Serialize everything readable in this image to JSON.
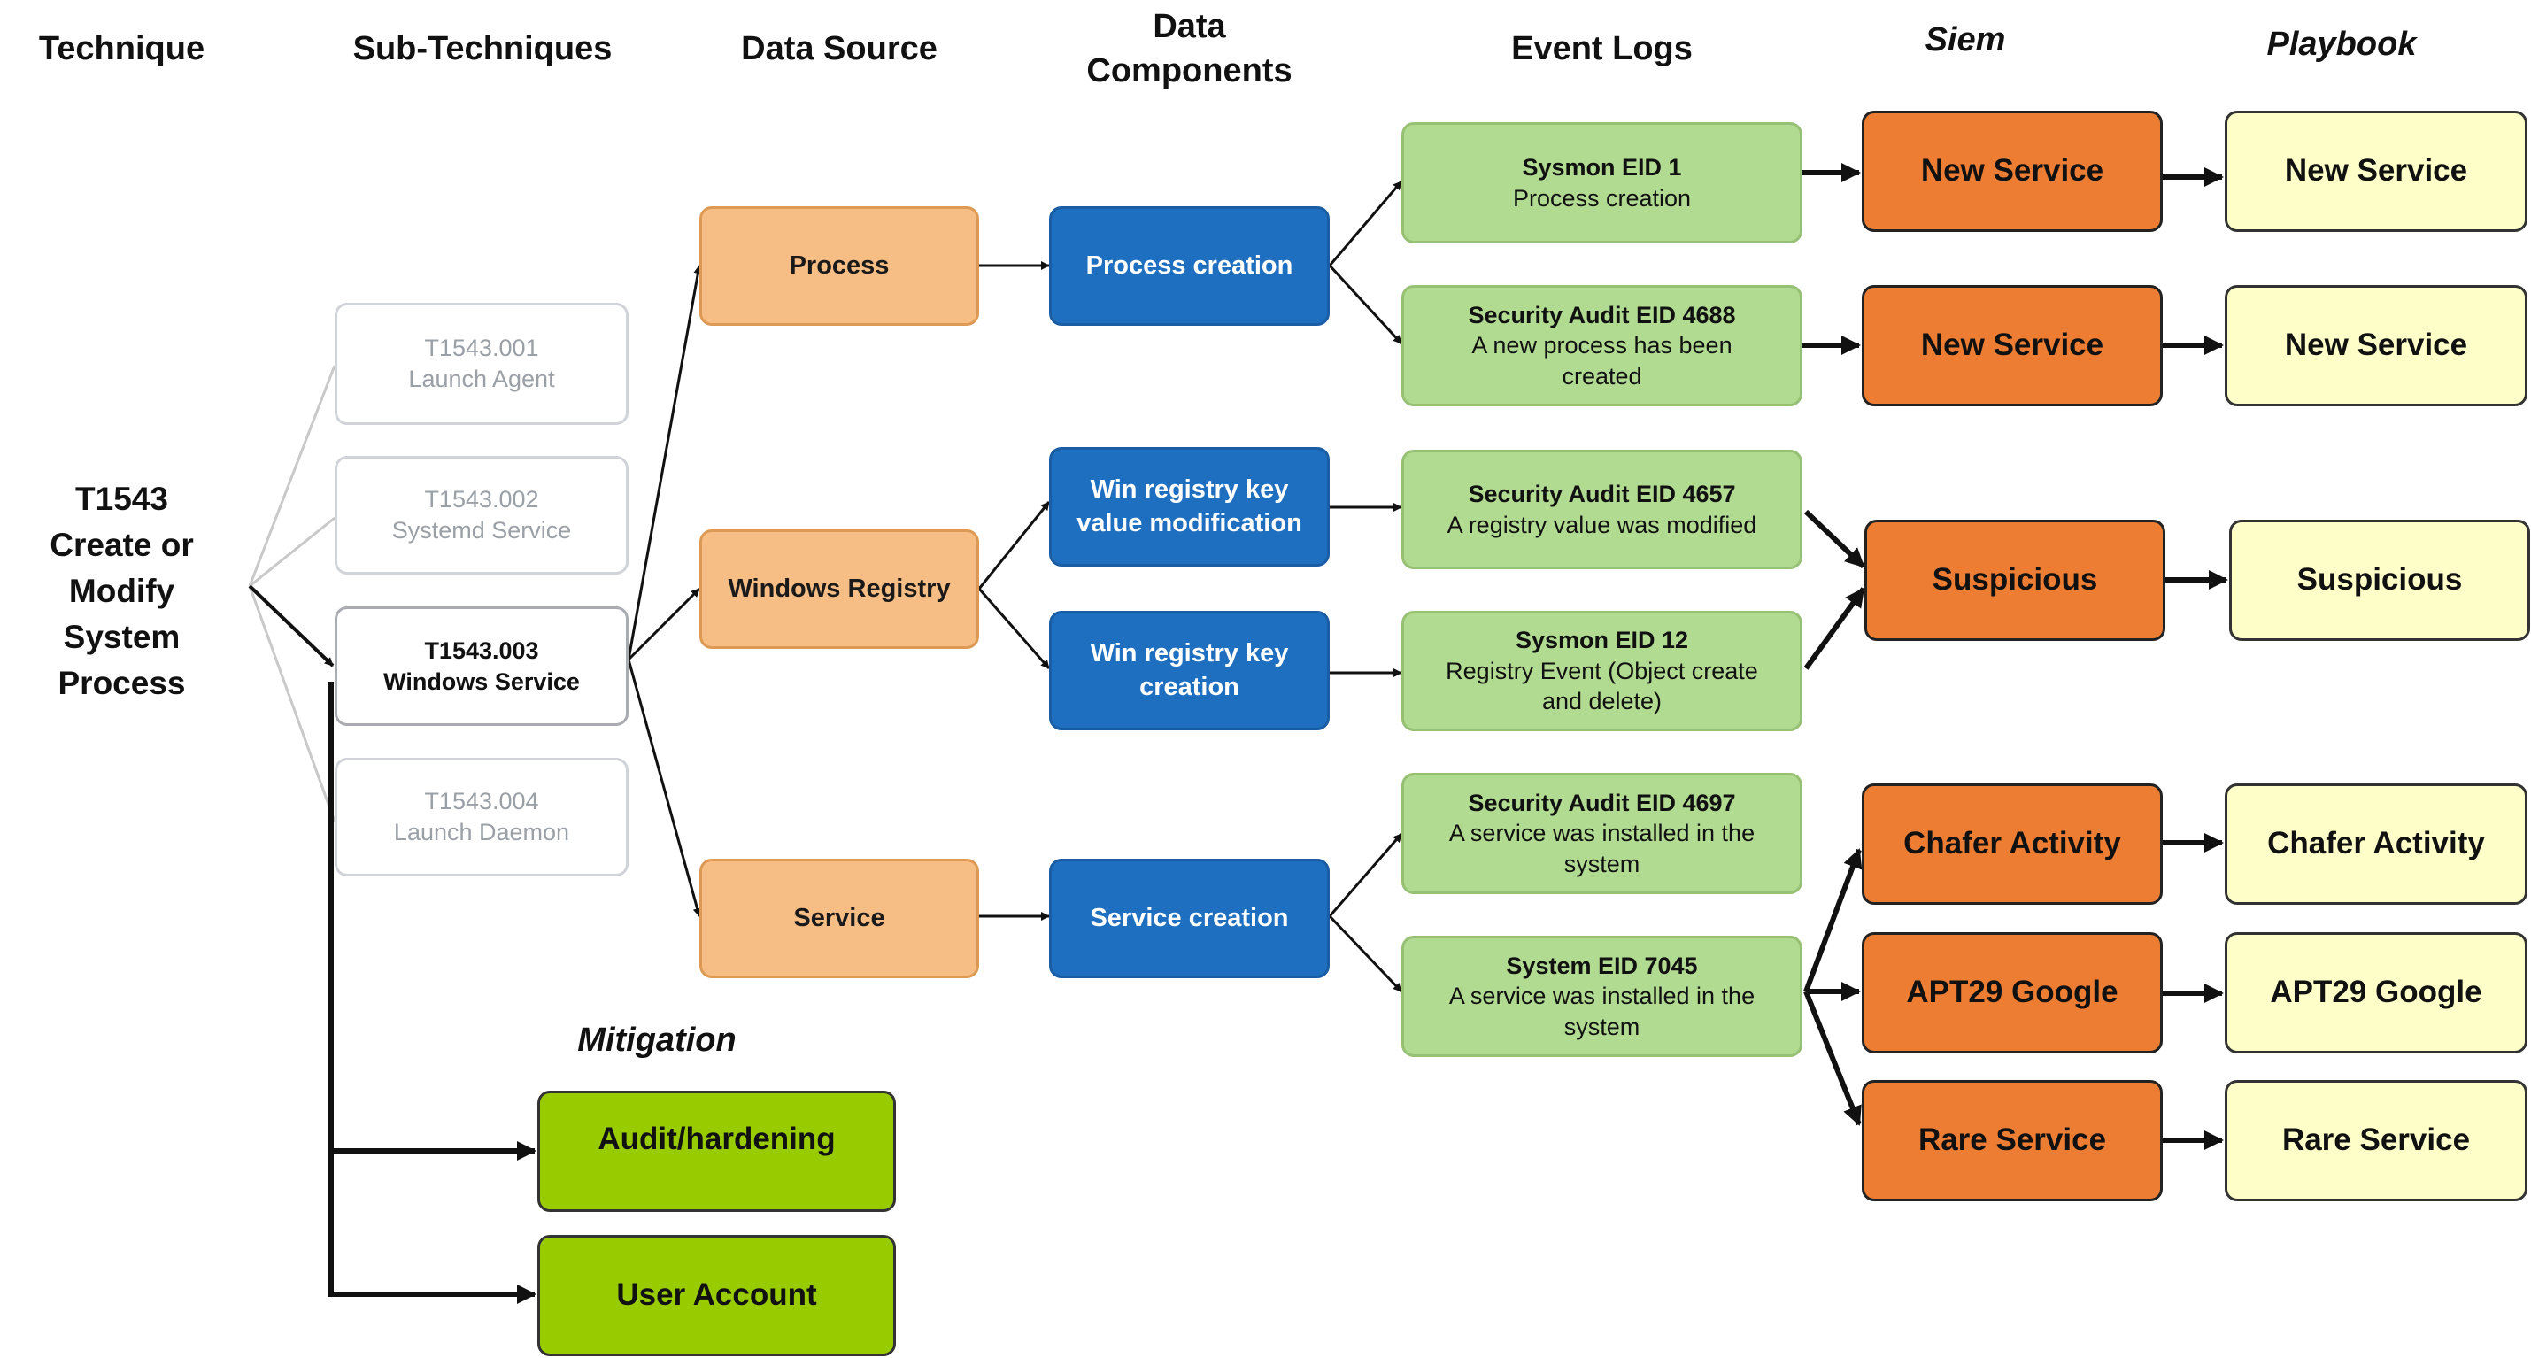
{
  "headers": {
    "technique": "Technique",
    "sub_techniques": "Sub-Techniques",
    "data_source": "Data Source",
    "data_components_1": "Data",
    "data_components_2": "Components",
    "event_logs": "Event Logs",
    "siem": "Siem",
    "playbook": "Playbook",
    "mitigation": "Mitigation"
  },
  "technique": {
    "lines": [
      "T1543",
      "Create or",
      "Modify",
      "System",
      "Process"
    ]
  },
  "sub_techniques": [
    {
      "id": "T1543.001",
      "name": "Launch Agent"
    },
    {
      "id": "T1543.002",
      "name": "Systemd Service"
    },
    {
      "id": "T1543.003",
      "name": "Windows Service"
    },
    {
      "id": "T1543.004",
      "name": "Launch Daemon"
    }
  ],
  "data_sources": [
    "Process",
    "Windows Registry",
    "Service"
  ],
  "data_components": [
    {
      "line1": "Process creation",
      "line2": ""
    },
    {
      "line1": "Win registry key",
      "line2": "value modification"
    },
    {
      "line1": "Win registry key",
      "line2": "creation"
    },
    {
      "line1": "Service creation",
      "line2": ""
    }
  ],
  "event_logs": [
    {
      "title": "Sysmon EID 1",
      "lines": [
        "Process creation"
      ]
    },
    {
      "title": "Security Audit EID 4688",
      "lines": [
        "A new process has been",
        "created"
      ]
    },
    {
      "title": "Security Audit EID 4657",
      "lines": [
        "A registry value was modified"
      ]
    },
    {
      "title": "Sysmon EID 12",
      "lines": [
        "Registry Event (Object create",
        "and delete)"
      ]
    },
    {
      "title": "Security Audit EID 4697",
      "lines": [
        "A service was installed in the",
        "system"
      ]
    },
    {
      "title": "System EID 7045",
      "lines": [
        "A service was installed in the",
        "system"
      ]
    }
  ],
  "siem": [
    "New Service",
    "New Service",
    "Suspicious",
    "Chafer Activity",
    "APT29 Google",
    "Rare Service"
  ],
  "playbook": [
    "New Service",
    "New Service",
    "Suspicious",
    "Chafer Activity",
    "APT29 Google",
    "Rare Service"
  ],
  "mitigation": [
    "Audit/hardening",
    "User Account"
  ],
  "colors": {
    "data_source": "#f6bd85",
    "data_component": "#1f6fc1",
    "event_log": "#b2db92",
    "siem": "#ec7d33",
    "playbook": "#fefec8",
    "mitigation": "#99cc00"
  }
}
